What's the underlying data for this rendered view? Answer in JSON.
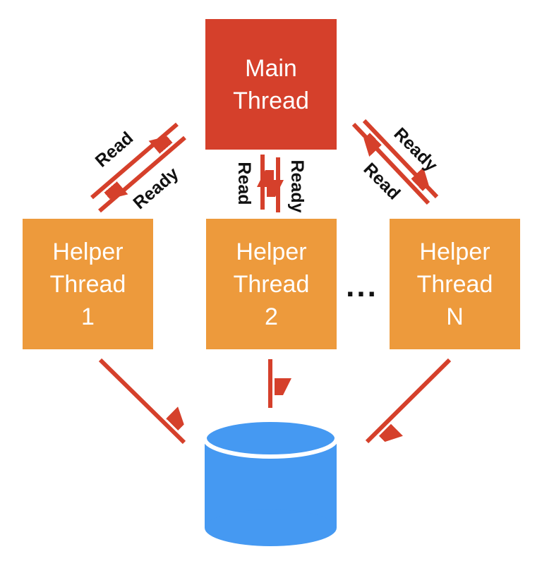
{
  "diagram": {
    "background": "#ffffff",
    "colors": {
      "main_box": "#D5402B",
      "helper_box": "#ED9A3C",
      "datastore": "#4599F2",
      "datastore_stripe": "#ffffff",
      "arrow": "#D5402B",
      "edge_label_text": "#111111",
      "box_text": "#ffffff"
    },
    "nodes": {
      "main_thread": {
        "line1": "Main",
        "line2": "Thread"
      },
      "helper_thread_1": {
        "line1": "Helper",
        "line2": "Thread",
        "line3": "1"
      },
      "helper_thread_2": {
        "line1": "Helper",
        "line2": "Thread",
        "line3": "2"
      },
      "helper_thread_n": {
        "line1": "Helper",
        "line2": "Thread",
        "line3": "N"
      },
      "ellipsis": "...",
      "datastore": {
        "shape": "cylinder"
      }
    },
    "edges": {
      "main_to_helper1": {
        "label": "Read"
      },
      "helper1_to_main": {
        "label": "Ready"
      },
      "main_to_helper2": {
        "label": "Read"
      },
      "helper2_to_main": {
        "label": "Ready"
      },
      "main_to_helperN": {
        "label": "Read"
      },
      "helperN_to_main": {
        "label": "Ready"
      },
      "helper1_to_datastore": {
        "label": ""
      },
      "helper2_to_datastore": {
        "label": ""
      },
      "helperN_to_datastore": {
        "label": ""
      }
    }
  }
}
